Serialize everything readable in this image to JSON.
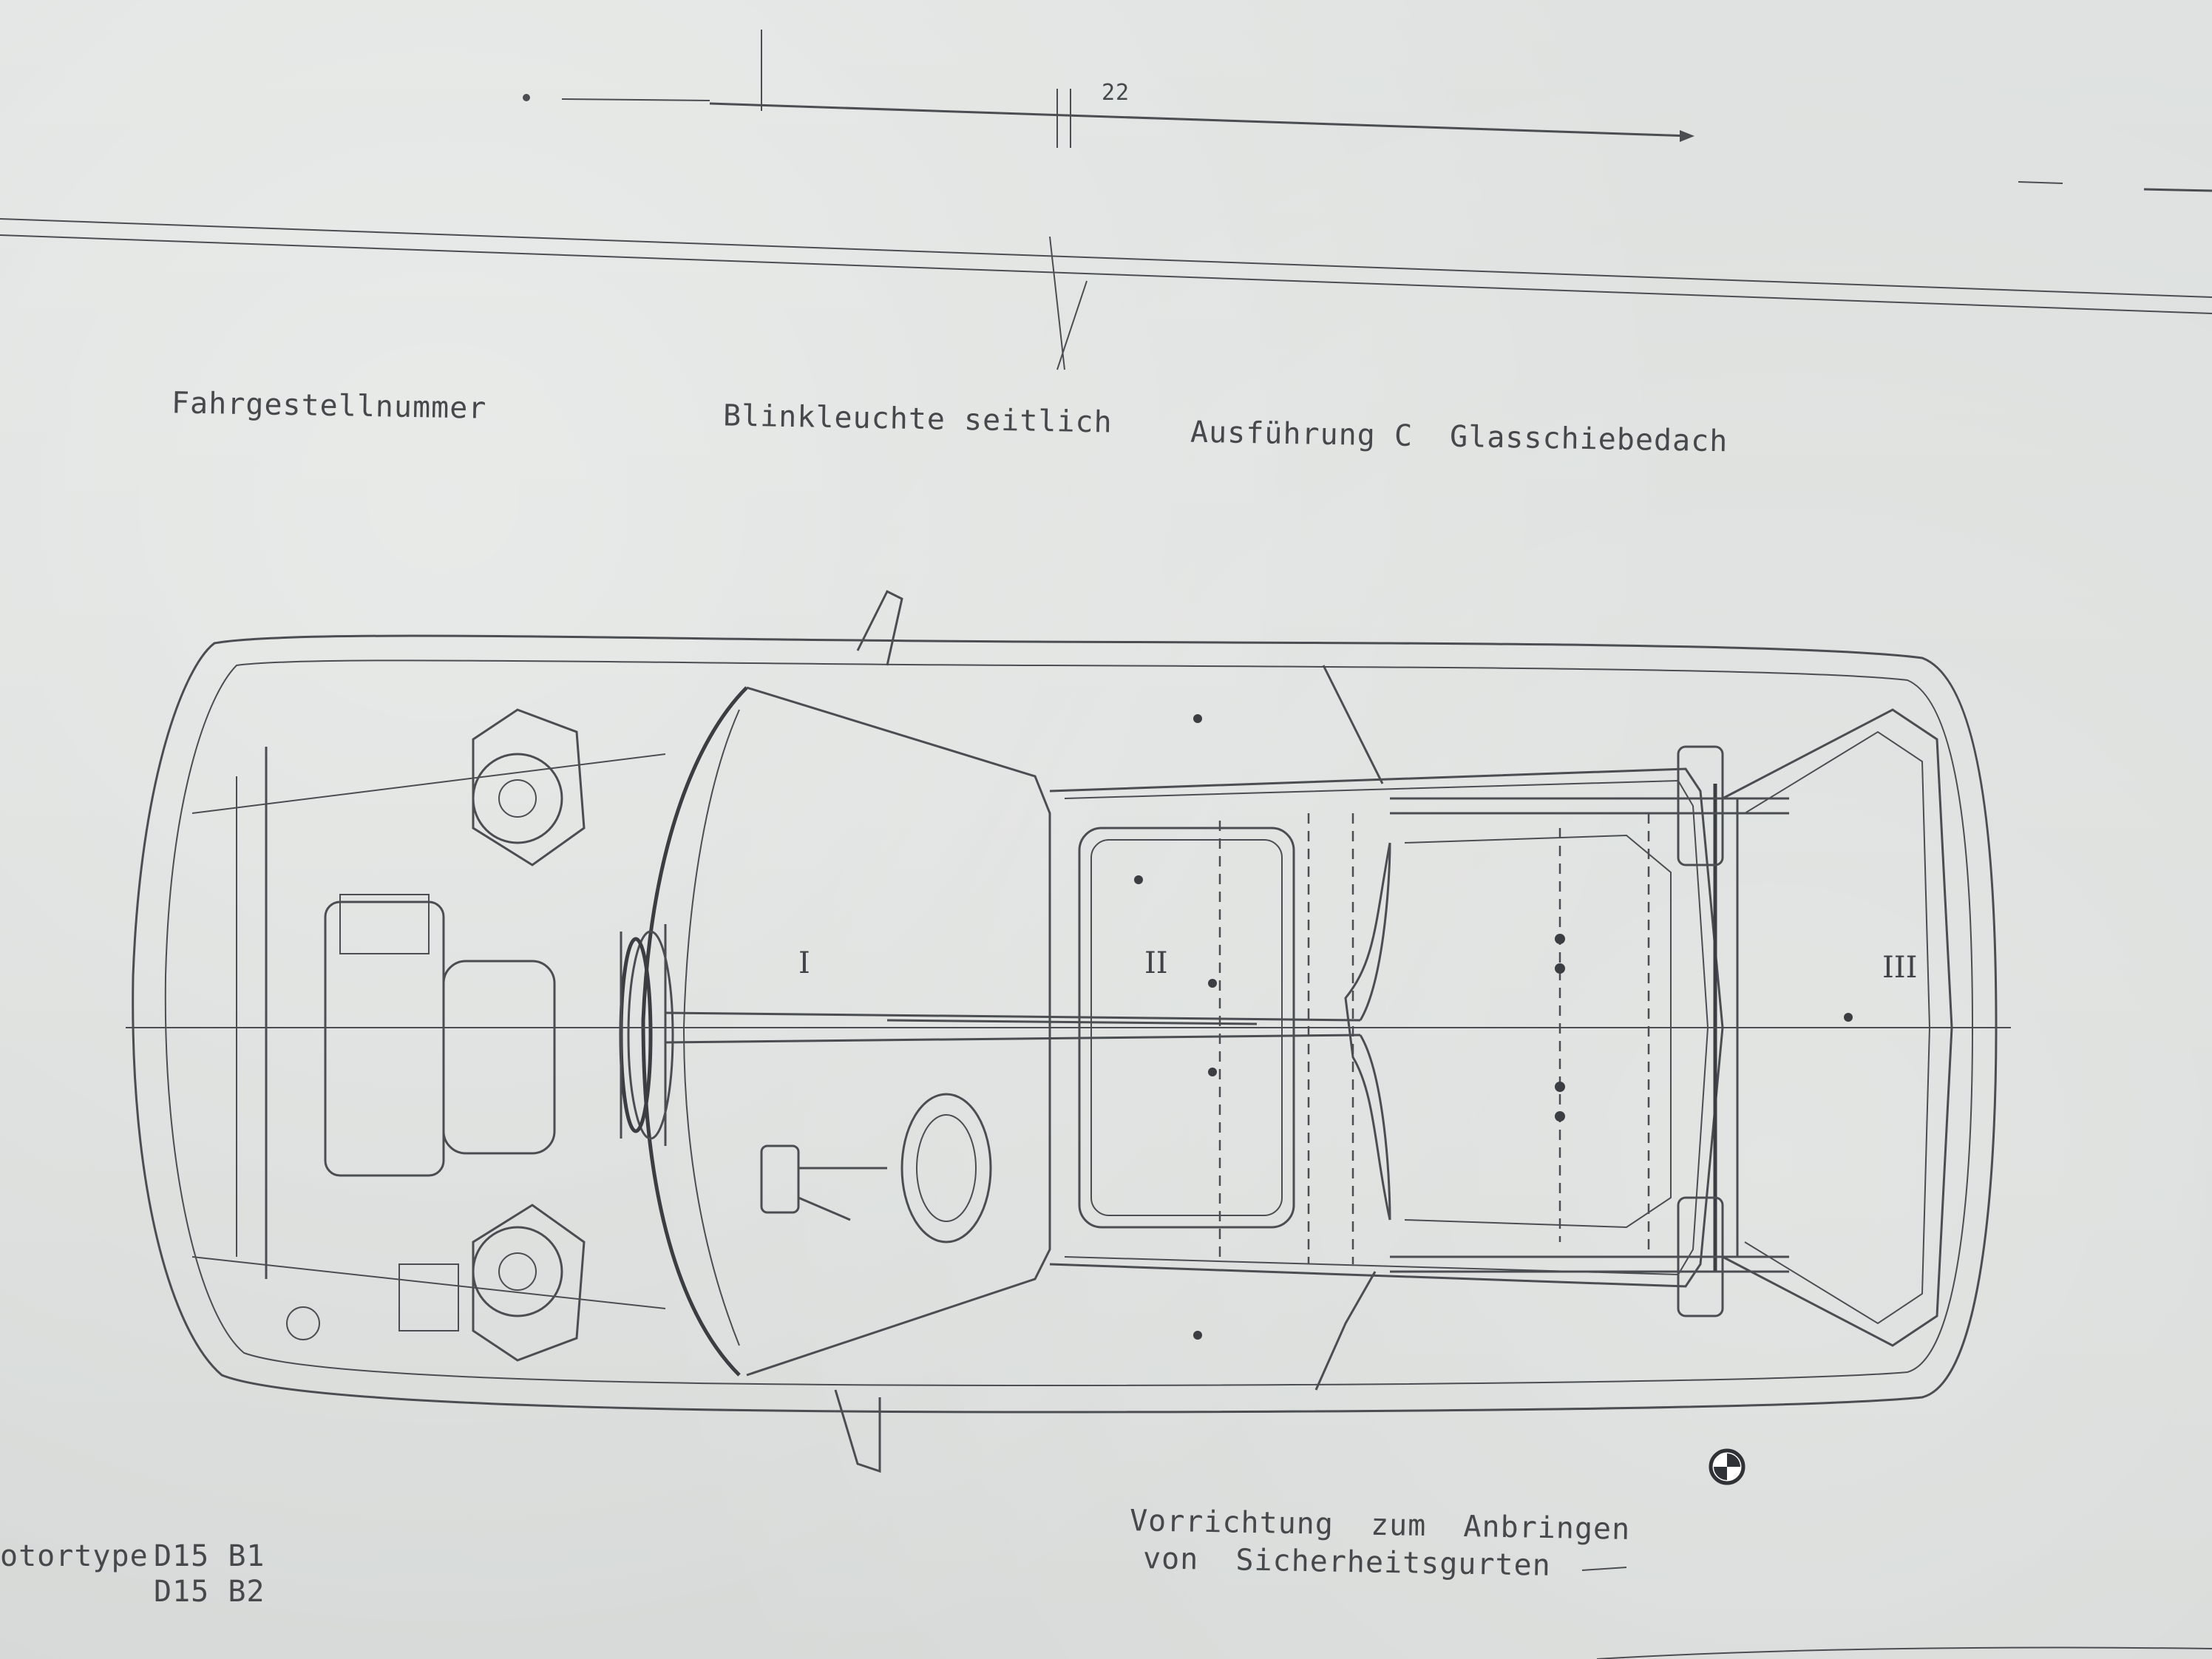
{
  "labels": {
    "chassis_number": "Fahrgestellnummer",
    "side_indicator": "Blinkleuchte seitlich",
    "sunroof_version": "Ausführung C  Glasschiebedach",
    "engine_type_label": "otortype",
    "engine_code_1": "D15 B1",
    "engine_code_2": "D15 B2",
    "seatbelt_line1": "Vorrichtung  zum  Anbringen",
    "seatbelt_line2": "von  Sicherheitsgurten",
    "dimension_mark": "22"
  },
  "section_markers": {
    "zone_1": "I",
    "zone_2": "II",
    "zone_3": "III"
  },
  "colors": {
    "paper": "#d9dcda",
    "ink": "#4a4e52"
  },
  "icons": [
    "bmw-roundel-icon"
  ]
}
